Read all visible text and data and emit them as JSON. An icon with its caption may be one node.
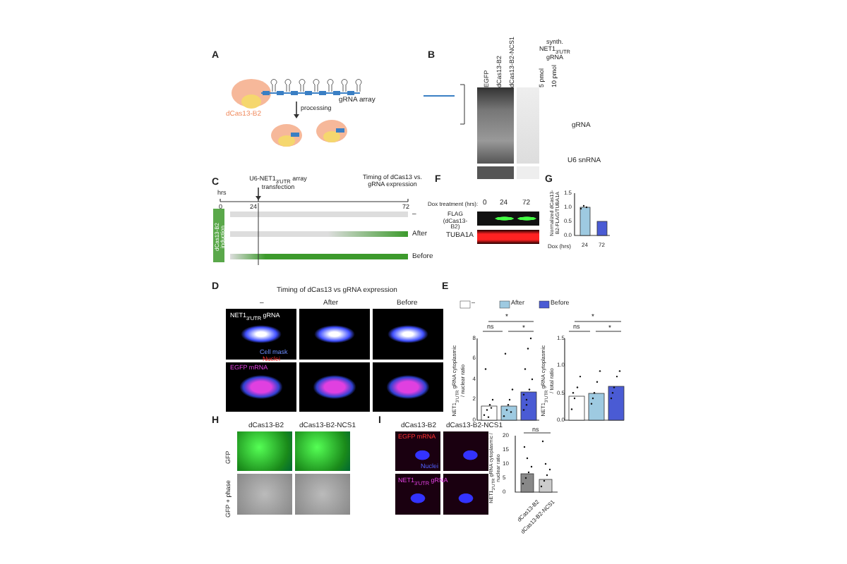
{
  "diagram": {
    "labels": [
      "A",
      "dCas13-B2",
      "gRNA array",
      "processing",
      "B",
      "EGFP",
      "dCas13-B2",
      "dCas13-B2-NCS1",
      "synth. NET1$_{3'UTR}$ gRNA",
      "5 pmol",
      "10 pmol",
      "gRNA",
      "U6 snRNA",
      "C",
      "U6-NET1$_{3'UTR}$ array transfection",
      "Timing of dCas13 vs. gRNA expression",
      "hrs",
      "0",
      "24",
      "72",
      "dCas13-B2 induction",
      "–",
      "After",
      "Before",
      "F",
      "Dox treatment (hrs):",
      "0",
      "24",
      "72",
      "FLAG (dCas13-B2)",
      "TUBA1A",
      "G",
      "Normalized dCas13-B2-FLAG/TUBA1A",
      "1.5",
      "1.0",
      "0.5",
      "0.0",
      "Dox (hrs)",
      "24",
      "72",
      "D",
      "Timing of dCas13 vs gRNA expression",
      "–",
      "After",
      "Before",
      "NET1$_{3'UTR}$ gRNA",
      "Cell mask",
      "Nuclei",
      "EGFP mRNA",
      "E",
      "*",
      "ns",
      "*",
      "NET1$_{3'UTR}$ gRNA cytoplasmic / nuclear ratio",
      "8",
      "6",
      "4",
      "2",
      "0",
      "*",
      "ns",
      "*",
      "NET1$_{3'UTR}$ gRNA cytoplasmic / total ratio",
      "1.5",
      "1.0",
      "0.5",
      "0.0",
      "H",
      "dCas13-B2",
      "dCas13-B2-NCS1",
      "GFP",
      "GFP + phase",
      "I",
      "dCas13-B2",
      "dCas13-B2-NCS1",
      "EGFP mRNA",
      "Nuclei",
      "NET1$_{3'UTR}$ gRNA",
      "ns",
      "NET1$_{3'UTR}$ gRNA cytoplasmic / nuclear ratio",
      "20",
      "15",
      "10",
      "5",
      "0",
      "dCas13-B2",
      "dCas13-B2-NCS1"
    ],
    "legend": [
      {
        "text": "–",
        "color": "#ffffff"
      },
      {
        "text": "After",
        "color": "#9ecae1"
      },
      {
        "text": "Before",
        "color": "#4a5bd4"
      }
    ]
  }
}
